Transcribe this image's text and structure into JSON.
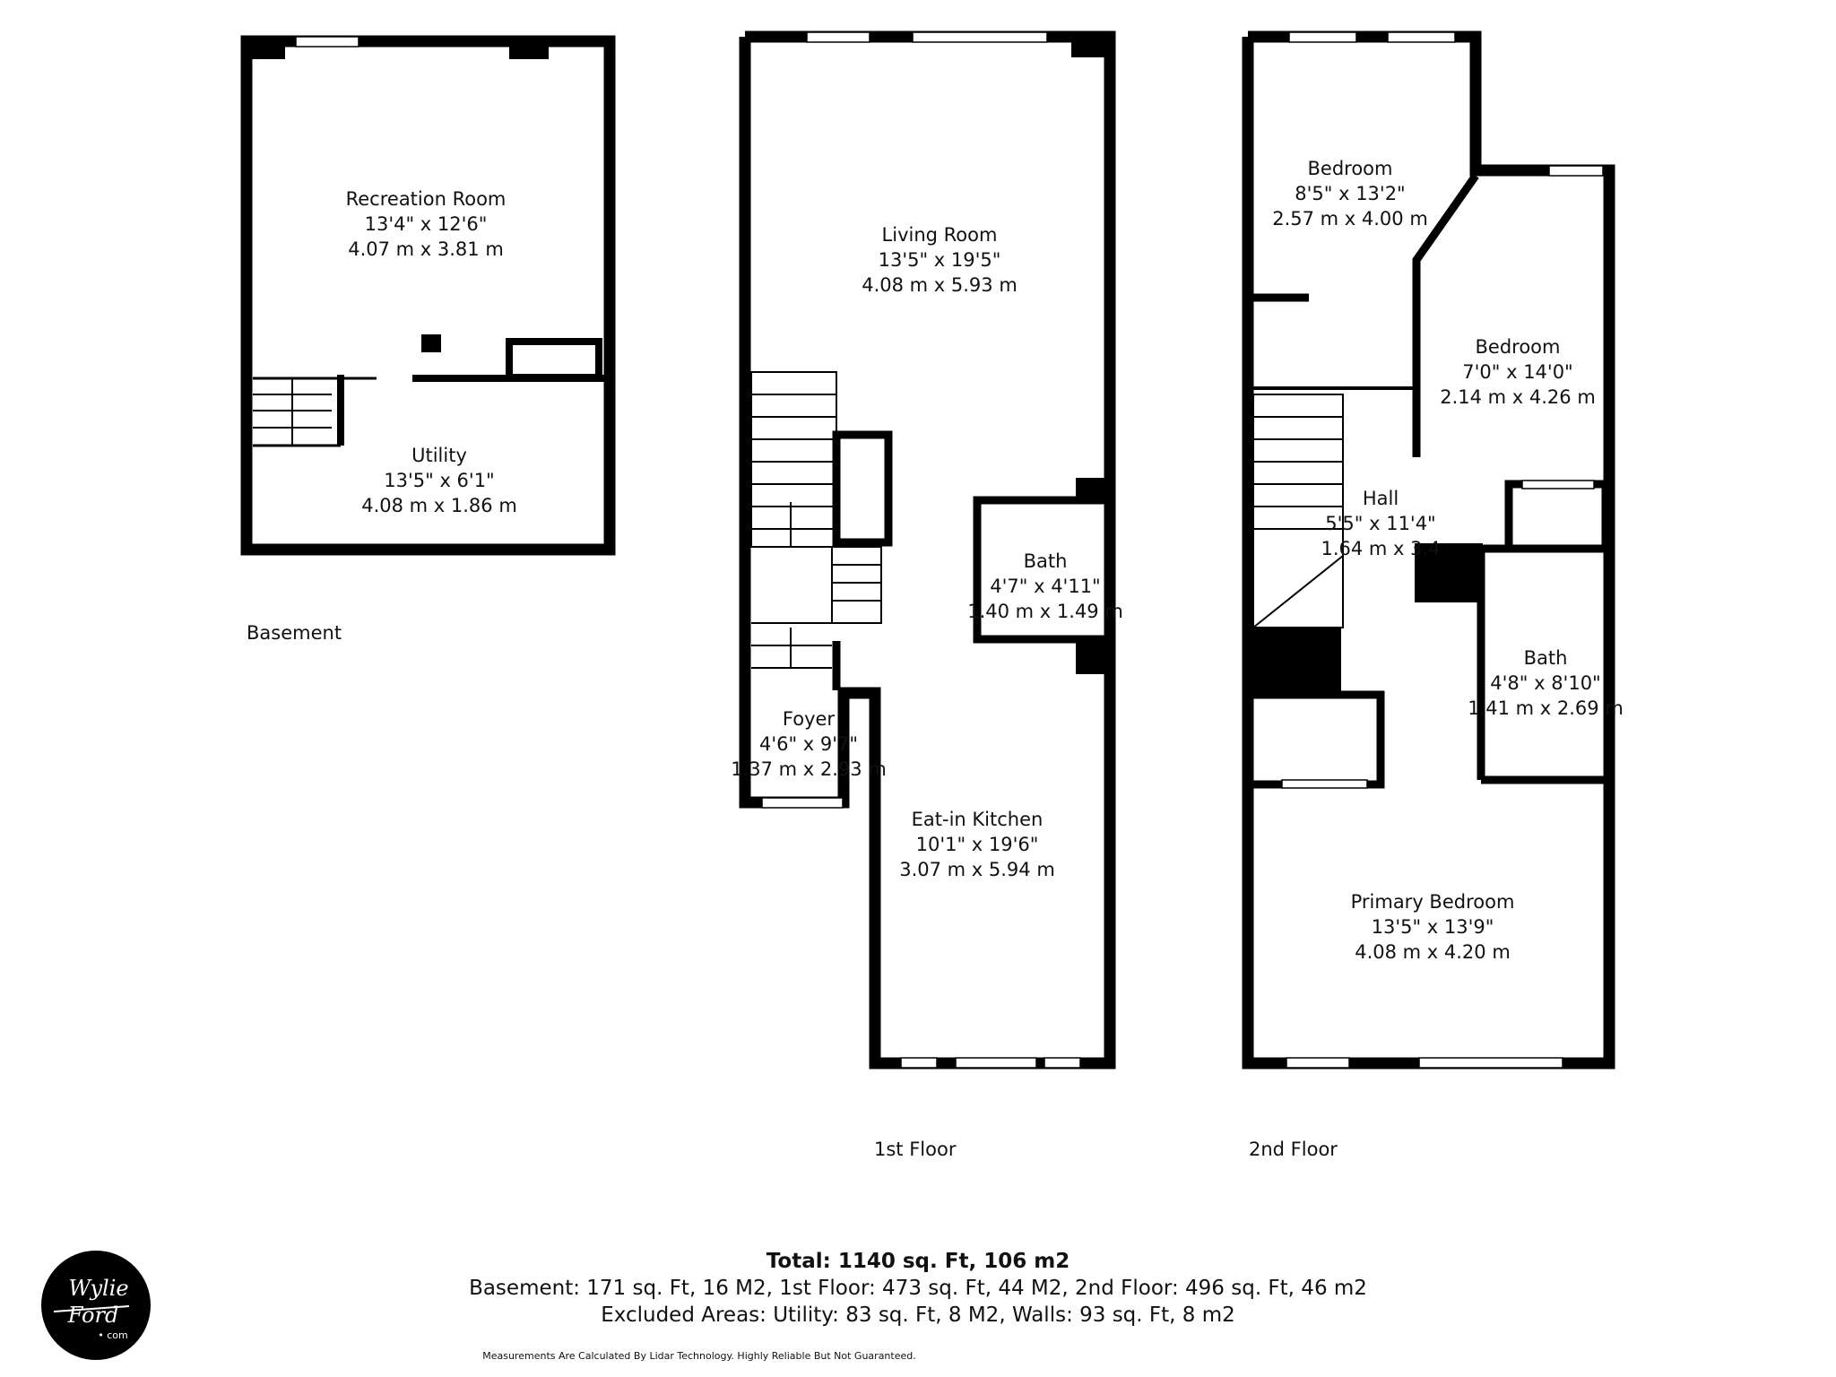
{
  "floors": {
    "basement": {
      "label": "Basement",
      "rooms": [
        {
          "name": "Recreation Room",
          "imperial": "13'4\" x 12'6\"",
          "metric": "4.07 m x 3.81 m"
        },
        {
          "name": "Utility",
          "imperial": "13'5\" x 6'1\"",
          "metric": "4.08 m x 1.86 m"
        }
      ]
    },
    "first": {
      "label": "1st Floor",
      "rooms": [
        {
          "name": "Living Room",
          "imperial": "13'5\" x 19'5\"",
          "metric": "4.08 m x 5.93 m"
        },
        {
          "name": "Bath",
          "imperial": "4'7\" x 4'11\"",
          "metric": "1.40 m x 1.49 m"
        },
        {
          "name": "Foyer",
          "imperial": "4'6\" x 9'7\"",
          "metric": "1.37 m x 2.93 m"
        },
        {
          "name": "Eat-in Kitchen",
          "imperial": "10'1\" x 19'6\"",
          "metric": "3.07 m x 5.94 m"
        }
      ]
    },
    "second": {
      "label": "2nd Floor",
      "rooms": [
        {
          "name": "Bedroom",
          "imperial": "8'5\" x 13'2\"",
          "metric": "2.57 m x 4.00 m"
        },
        {
          "name": "Bedroom",
          "imperial": "7'0\" x 14'0\"",
          "metric": "2.14 m x 4.26 m"
        },
        {
          "name": "Hall",
          "imperial": "5'5\" x 11'4\"",
          "metric": "1.64 m x 3.4"
        },
        {
          "name": "Bath",
          "imperial": "4'8\" x 8'10\"",
          "metric": "1.41 m x 2.69 m"
        },
        {
          "name": "Primary Bedroom",
          "imperial": "13'5\" x 13'9\"",
          "metric": "4.08 m x 4.20 m"
        }
      ]
    }
  },
  "summary": {
    "total": "Total: 1140 sq. Ft, 106 m2",
    "breakdown": "Basement: 171 sq. Ft, 16 M2, 1st Floor: 473 sq. Ft, 44 M2, 2nd Floor: 496 sq. Ft, 46 m2",
    "excluded": "Excluded Areas: Utility: 83 sq. Ft, 8 M2, Walls: 93 sq. Ft, 8 m2",
    "disclaimer": "Measurements Are Calculated By Lidar Technology. Highly Reliable But Not Guaranteed."
  },
  "logo": {
    "line1": "Wylie",
    "line2": "Ford",
    "line3": "• com"
  },
  "colors": {
    "wall": "#000000",
    "window": "#ffffff",
    "background": "#ffffff"
  }
}
